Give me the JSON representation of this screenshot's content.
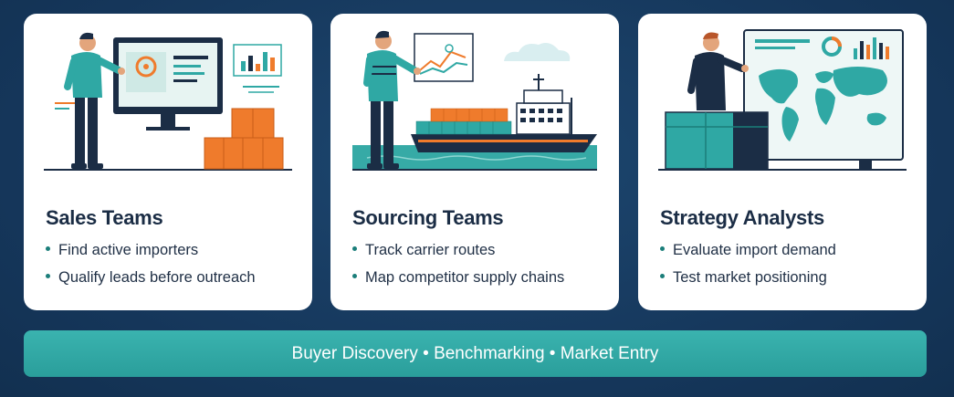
{
  "cards": [
    {
      "title": "Sales Teams",
      "bullets": [
        "Find active importers",
        "Qualify leads before outreach"
      ],
      "illustration": "person-at-monitor-icon"
    },
    {
      "title": "Sourcing Teams",
      "bullets": [
        "Track carrier routes",
        "Map competitor supply chains"
      ],
      "illustration": "cargo-ship-icon"
    },
    {
      "title": "Strategy Analysts",
      "bullets": [
        "Evaluate import demand",
        "Test market positioning"
      ],
      "illustration": "world-map-board-icon"
    }
  ],
  "banner": {
    "text": "Buyer Discovery • Benchmarking • Market Entry"
  },
  "colors": {
    "background": "#173a5e",
    "card": "#ffffff",
    "teal": "#2fa8a4",
    "orange": "#ef7b2c",
    "navy": "#1b2d45"
  }
}
